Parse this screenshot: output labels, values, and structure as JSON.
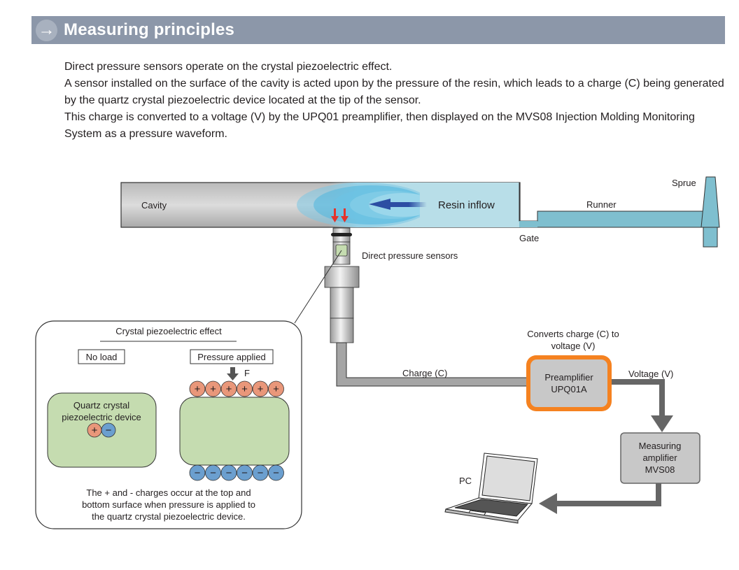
{
  "header": {
    "icon": "arrow-right-icon",
    "title": "Measuring principles",
    "colors": {
      "bar": "#8c97a9",
      "icon_circle": "#a8b1bf"
    }
  },
  "intro": {
    "paragraphs": [
      "Direct pressure sensors operate on the crystal piezoelectric effect.",
      "A sensor installed on the surface of the cavity is acted upon by the pressure of the resin, which leads to a charge (C) being generated by the quartz crystal piezoelectric device located at the tip of the sensor.",
      "This charge is converted to a voltage (V) by the UPQ01 preamplifier, then displayed on the MVS08 Injection Molding Monitoring System as a pressure waveform."
    ]
  },
  "mold": {
    "cavity_label": "Cavity",
    "resin_label": "Resin inflow",
    "runner_label": "Runner",
    "gate_label": "Gate",
    "sprue_label": "Sprue",
    "sensor_label": "Direct pressure sensors",
    "colors": {
      "cavity": "#c8c8c8",
      "resin": "#b5dde8",
      "runner": "#7fbfcf",
      "pressure_arrow": "#e5332a",
      "flow_arrow": "#2d4ea3"
    }
  },
  "inset": {
    "title": "Crystal piezoelectric effect",
    "no_load_label": "No load",
    "pressure_label": "Pressure applied",
    "force_label": "F",
    "device_label_line1": "Quartz crystal",
    "device_label_line2": "piezoelectric device",
    "positive_sign": "+",
    "negative_sign": "−",
    "caption_line1": "The + and - charges occur at the top and",
    "caption_line2": "bottom surface when pressure is applied to",
    "caption_line3": "the quartz crystal piezoelectric device.",
    "charge_count": 6,
    "colors": {
      "crystal": "#c5dcb0",
      "positive": "#e9977a",
      "negative": "#6b9fcf"
    }
  },
  "signal": {
    "charge_label": "Charge (C)",
    "converts_line1": "Converts charge (C) to",
    "converts_line2": "voltage (V)",
    "preamp_line1": "Preamplifier",
    "preamp_line2": "UPQ01A",
    "voltage_label": "Voltage (V)",
    "amp_line1": "Measuring",
    "amp_line2": "amplifier",
    "amp_line3": "MVS08",
    "pc_label": "PC",
    "colors": {
      "preamp_border": "#f58220",
      "box_fill": "#c8c8c8",
      "arrow": "#666666"
    }
  }
}
